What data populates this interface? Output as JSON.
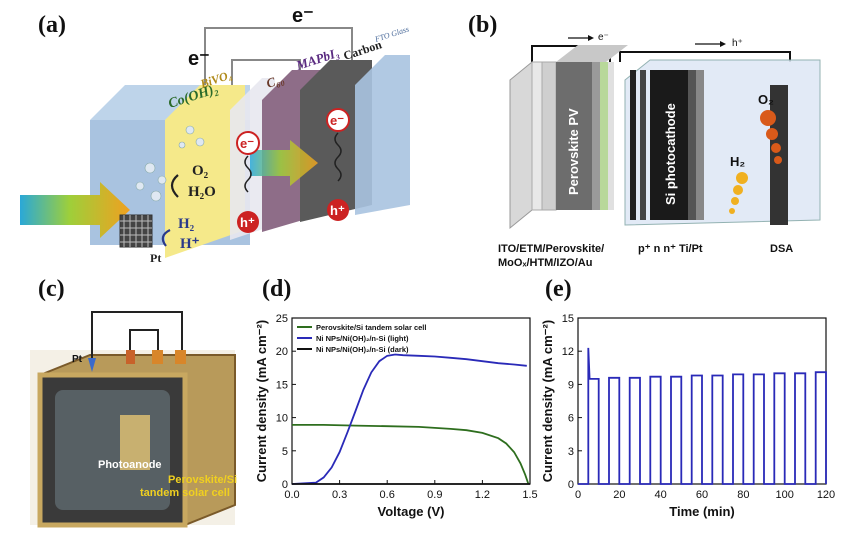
{
  "panel_labels": [
    "(a)",
    "(b)",
    "(c)",
    "(d)",
    "(e)"
  ],
  "panel_a": {
    "electron_top": "e⁻",
    "electron_left": "e⁻",
    "layers": [
      "Co(OH)₂",
      "BiVO₄",
      "C₆₀",
      "MAPbI₃",
      "Carbon",
      "FTO Glass"
    ],
    "species": [
      "O₂",
      "H₂O",
      "H₂",
      "H⁺",
      "Pt"
    ],
    "carriers": [
      "e⁻",
      "h⁺",
      "e⁻",
      "h⁺"
    ]
  },
  "panel_b": {
    "e_label": "e⁻",
    "h_label": "h⁺",
    "pv_label": "Perovskite PV",
    "si_label": "Si photocathode",
    "o2": "O₂",
    "h2": "H₂",
    "bottom_left": [
      "ITO/ETM/Perovskite/",
      "MoOₓ/HTM/IZO/Au"
    ],
    "bottom_mid": "p⁺  n  n⁺ Ti/Pt",
    "bottom_right": "DSA"
  },
  "panel_c": {
    "pt": "Pt",
    "photoanode": "Photoanode",
    "tandem": [
      "Perovskite/Si",
      "tandem solar cell"
    ]
  },
  "chart_data": [
    {
      "type": "line",
      "panel": "(d)",
      "xlabel": "Voltage (V)",
      "ylabel": "Current density (mA cm⁻²)",
      "xlim": [
        0.0,
        1.5
      ],
      "ylim": [
        0,
        25
      ],
      "xticks": [
        "0.0",
        "0.3",
        "0.6",
        "0.9",
        "1.2",
        "1.5"
      ],
      "yticks": [
        "0",
        "5",
        "10",
        "15",
        "20",
        "25"
      ],
      "legend_position": "top-left",
      "series": [
        {
          "name": "Perovskite/Si tandem solar cell",
          "color": "#2e6e1e",
          "x": [
            0.0,
            0.2,
            0.4,
            0.6,
            0.8,
            1.0,
            1.1,
            1.2,
            1.3,
            1.35,
            1.4,
            1.44,
            1.47,
            1.49
          ],
          "y": [
            8.9,
            8.9,
            8.8,
            8.7,
            8.6,
            8.3,
            8.1,
            7.7,
            6.9,
            6.1,
            4.8,
            3.1,
            1.4,
            0.0
          ]
        },
        {
          "name": "Ni NPs/Ni(OH)₂/n-Si (light)",
          "color": "#2a2ab8",
          "x": [
            0.0,
            0.15,
            0.2,
            0.25,
            0.3,
            0.35,
            0.4,
            0.45,
            0.5,
            0.55,
            0.6,
            0.65,
            0.7,
            0.8,
            0.9,
            1.0,
            1.1,
            1.2,
            1.3,
            1.4,
            1.48
          ],
          "y": [
            0.0,
            0.2,
            1.0,
            2.5,
            4.8,
            7.8,
            11.0,
            14.2,
            16.8,
            18.5,
            19.3,
            19.5,
            19.4,
            19.3,
            19.2,
            19.0,
            18.8,
            18.5,
            18.2,
            18.0,
            17.8
          ]
        },
        {
          "name": "Ni NPs/Ni(OH)₂/n-Si (dark)",
          "color": "#111111",
          "x": [
            0.0,
            1.5
          ],
          "y": [
            0.0,
            0.0
          ]
        }
      ]
    },
    {
      "type": "line",
      "panel": "(e)",
      "xlabel": "Time (min)",
      "ylabel": "Current density (mA cm⁻²)",
      "xlim": [
        0,
        120
      ],
      "ylim": [
        0,
        15
      ],
      "xticks": [
        "0",
        "20",
        "40",
        "60",
        "80",
        "100",
        "120"
      ],
      "yticks": [
        "0",
        "3",
        "6",
        "9",
        "12",
        "15"
      ],
      "series": [
        {
          "name": "",
          "color": "#2a2ab8",
          "on_levels": [
            9.5,
            9.6,
            9.6,
            9.7,
            9.7,
            9.8,
            9.8,
            9.9,
            9.9,
            10.0,
            10.0,
            10.1
          ],
          "spike": 12.3,
          "period_min": 10,
          "on_duration_min": 5,
          "start_min": 5
        }
      ]
    }
  ]
}
